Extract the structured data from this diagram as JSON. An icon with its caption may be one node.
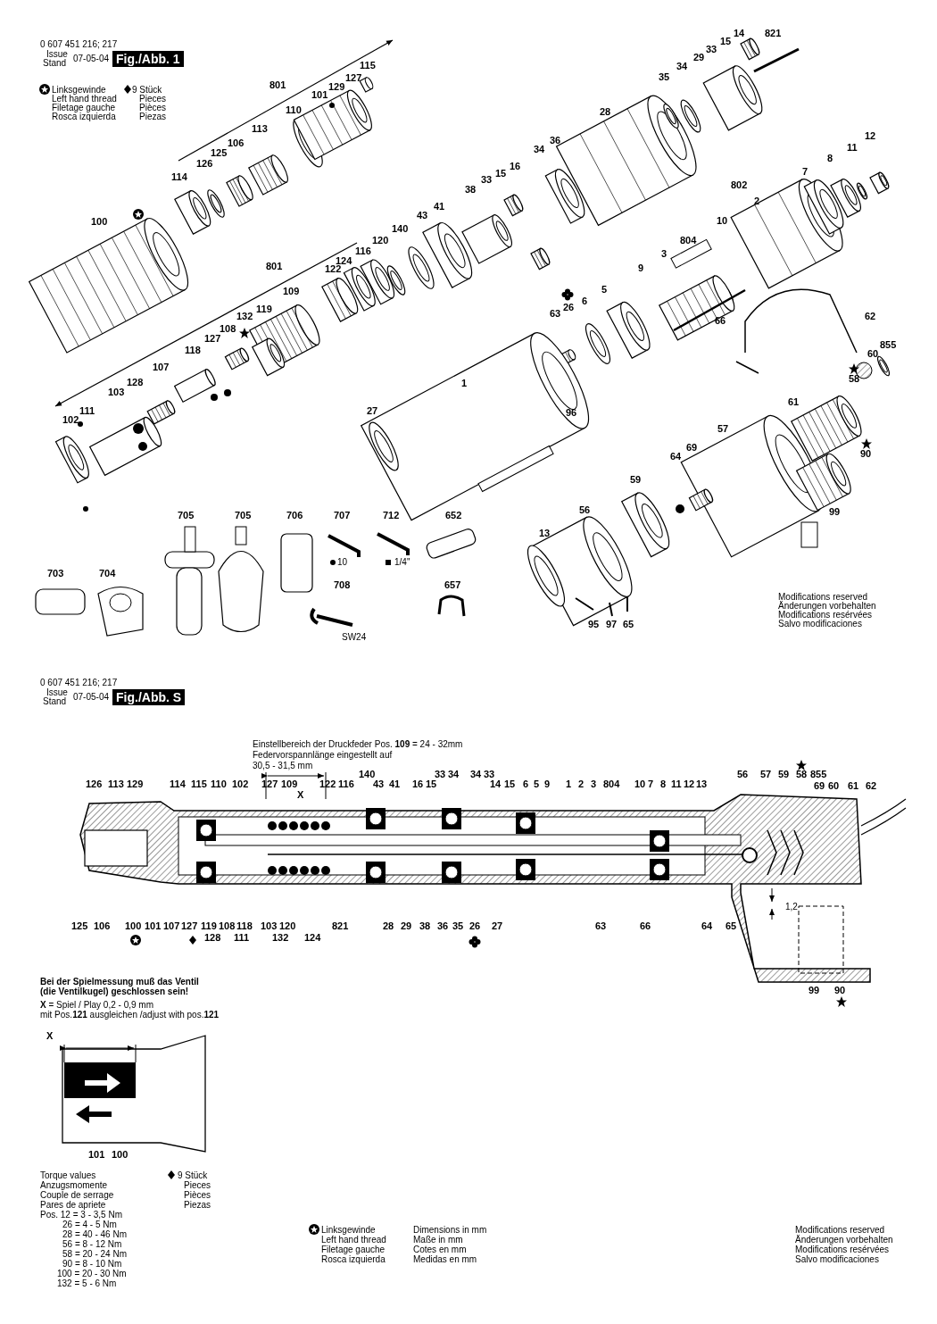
{
  "diagram": {
    "labels": [
      "0 607 451 216; 217",
      "Issue",
      "Stand",
      "07-05-04",
      "Fig./Abb. 1",
      "Linksgewinde",
      "Left hand thread",
      "Filetage gauche",
      "Rosca izquierda",
      "9 Stück",
      "Pieces",
      "Pièces",
      "Piezas",
      "115",
      "127",
      "129",
      "101",
      "801",
      "110",
      "113",
      "106",
      "125",
      "126",
      "114",
      "100",
      "14",
      "821",
      "15",
      "33",
      "29",
      "35",
      "34",
      "28",
      "36",
      "34",
      "16",
      "15",
      "33",
      "38",
      "43",
      "41",
      "801",
      "140",
      "120",
      "116",
      "124",
      "122",
      "109",
      "119",
      "132",
      "108",
      "127",
      "118",
      "107",
      "128",
      "103",
      "111",
      "102",
      "12",
      "11",
      "8",
      "7",
      "802",
      "2",
      "10",
      "804",
      "3",
      "9",
      "5",
      "6",
      "26",
      "63",
      "62",
      "66",
      "855",
      "60",
      "58",
      "61",
      "57",
      "69",
      "64",
      "90",
      "1",
      "27",
      "96",
      "59",
      "56",
      "13",
      "99",
      "95",
      "97",
      "65",
      "705",
      "705",
      "706",
      "707",
      "712",
      "652",
      "703",
      "704",
      "708",
      "657",
      "10",
      "1/4\"",
      "SW24",
      "Modifications reserved",
      "Änderungen vorbehalten",
      "Modifications resérvées",
      "Salvo modificaciones",
      "0 607 451 216; 217",
      "Issue",
      "Stand",
      "07-05-04",
      "Fig./Abb. S",
      "Einstellbereich der Druckfeder Pos. **109** = 24 - 32mm",
      "Federvorspannlänge eingestellt auf",
      "30,5 - 31,5 mm",
      "126",
      "113",
      "129",
      "114",
      "115",
      "110",
      "102",
      "127",
      "109",
      "X",
      "122",
      "116",
      "140",
      "43",
      "41",
      "16",
      "15",
      "33",
      "34",
      "34",
      "33",
      "14",
      "15",
      "6",
      "5",
      "9",
      "1",
      "2",
      "3",
      "804",
      "10",
      "7",
      "8",
      "11",
      "12",
      "13",
      "56",
      "57",
      "59",
      "58",
      "855",
      "69",
      "60",
      "61",
      "62",
      "125",
      "106",
      "100",
      "101",
      "107",
      "127",
      "119",
      "108",
      "118",
      "103",
      "120",
      "821",
      "28",
      "29",
      "38",
      "36",
      "35",
      "26",
      "27",
      "63",
      "66",
      "64",
      "65",
      "128",
      "111",
      "132",
      "124",
      "1,2",
      "99",
      "90",
      "Bei der Spielmessung muß das Ventil",
      "(die Ventilkugel) geschlossen sein!",
      "**X** = Spiel / Play 0,2 - 0,9 mm",
      "mit Pos.**121** ausgleichen /adjust with pos.**121**",
      "X",
      "101",
      "100",
      "Torque values",
      "Anzugsmomente",
      "Couple de serrage",
      "Pares de apriete",
      "Pos. 12 = 3 - 3,5 Nm",
      "26 = 4 - 5 Nm",
      "28 = 40 - 46 Nm",
      "56 = 8 - 12 Nm",
      "58 = 20 - 24 Nm",
      "90 = 8 - 10 Nm",
      "100 = 20 - 30 Nm",
      "132 = 5 - 6 Nm",
      "9 Stück",
      "Pieces",
      "Pièces",
      "Piezas",
      "Linksgewinde",
      "Left hand thread",
      "Filetage gauche",
      "Rosca izquierda",
      "Dimensions in mm",
      "Maße in mm",
      "Cotes en mm",
      "Medidas en mm",
      "Modifications reserved",
      "Änderungen vorbehalten",
      "Modifications resérvées",
      "Salvo modificaciones"
    ]
  }
}
